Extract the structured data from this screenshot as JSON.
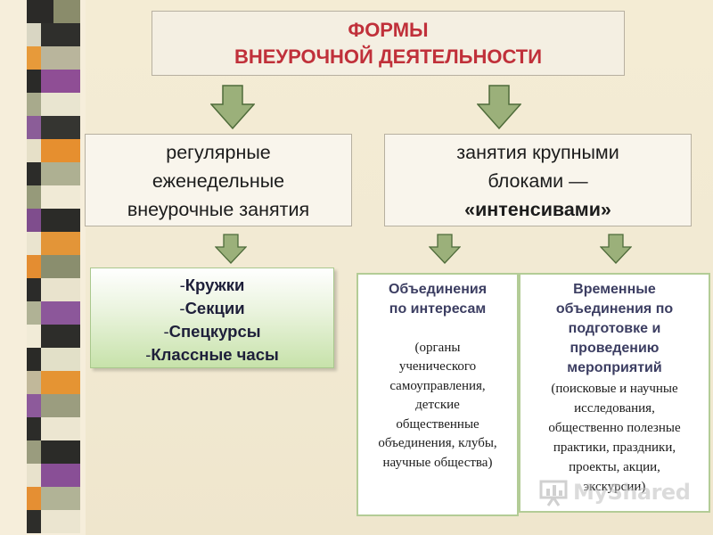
{
  "title": {
    "line1": "ФОРМЫ",
    "line2": "ВНЕУРОЧНОЙ ДЕЯТЕЛЬНОСТИ"
  },
  "regular": {
    "line1": "регулярные",
    "line2": "еженедельные",
    "line3": "внеурочные занятия"
  },
  "intensive": {
    "line1": "занятия крупными",
    "line2": "блоками —",
    "line3": "«интенсивами»"
  },
  "regular_list": {
    "items": [
      "Кружки",
      "Секции",
      "Спецкурсы",
      "Классные часы"
    ]
  },
  "associations": {
    "heading1": "Объединения",
    "heading2": "по интересам",
    "body": [
      "(органы",
      "ученического",
      "самоуправления,",
      "детские",
      "общественные",
      "объединения, клубы,",
      "научные общества)"
    ]
  },
  "temporary": {
    "heading": [
      "Временные",
      "объединения по",
      "подготовке и",
      "проведению",
      "мероприятий"
    ],
    "body": [
      "(поисковые и научные",
      "исследования,",
      "общественно полезные",
      "практики, праздники,",
      "проекты, акции,",
      "экскурсии)"
    ]
  },
  "watermark": {
    "text": "MyShared"
  },
  "colors": {
    "title_text": "#c0303a",
    "arrow_fill": "#9bb07a",
    "arrow_stroke": "#4e6b3a",
    "green_box_border": "#a9c88d",
    "white_box_border": "#b3cc96",
    "heading_text": "#3c3e62"
  }
}
